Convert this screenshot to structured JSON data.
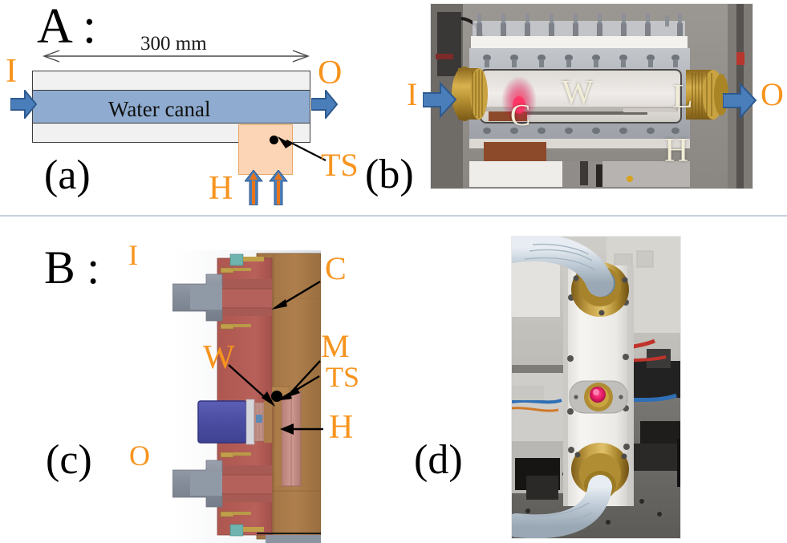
{
  "figure": {
    "groups": [
      {
        "key": "A",
        "label": "A :"
      },
      {
        "key": "B",
        "label": "B :"
      }
    ],
    "subcaptions": {
      "a": "(a)",
      "b": "(b)",
      "c": "(c)",
      "d": "(d)"
    }
  },
  "panel_a": {
    "name": "schematic-side-view",
    "dimension_label": "300 mm",
    "canal_label": "Water canal",
    "inlet_label": "I",
    "outlet_label": "O",
    "heater_label": "H",
    "sensor_label": "TS",
    "colors": {
      "canal_fill": "#8FACD0",
      "body_fill": "#F1F1F1",
      "ts_block_fill": "#FBD5B5",
      "arrow_blue": "#4A7EBB",
      "orange": "#F7941E",
      "outline": "#3d3d3d"
    }
  },
  "panel_b": {
    "name": "photo-test-section-side",
    "inlet_label": "I",
    "outlet_label": "O",
    "overlay_labels": [
      "W",
      "L",
      "H",
      "C"
    ],
    "label_w": "W",
    "label_l": "L",
    "label_h": "H",
    "label_c": "C",
    "colors": {
      "overlay_text": "#F2EDD7",
      "arrow_blue": "#4A7EBB",
      "orange": "#F7941E"
    }
  },
  "panel_c": {
    "name": "cad-cross-section",
    "inlet_label": "I",
    "outlet_label": "O",
    "label_c": "C",
    "label_w": "W",
    "label_m": "M",
    "label_ts": "TS",
    "label_h": "H",
    "colors": {
      "housing_brown": "#A8794A",
      "water_red": "#B55A52",
      "flange_grey": "#8A91A0",
      "window_blue": "#4B4FA8",
      "heater_pink": "#C08880",
      "seal_teal": "#6FB4AE",
      "orange": "#F7941E"
    }
  },
  "panel_d": {
    "name": "photo-test-section-front",
    "colors": {
      "body_white": "#E9E9E6",
      "brass": "#B08C3A",
      "hose_blue": "#C5D2DC",
      "laser_pink": "#E8246E"
    }
  }
}
